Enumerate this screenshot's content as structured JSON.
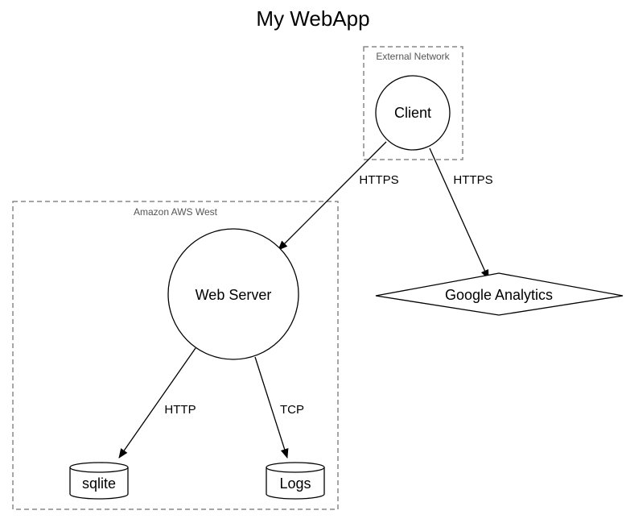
{
  "diagram": {
    "title": "My WebApp",
    "groups": {
      "external": {
        "label": "External Network"
      },
      "aws": {
        "label": "Amazon AWS West"
      }
    },
    "nodes": {
      "client": {
        "label": "Client",
        "shape": "circle"
      },
      "web_server": {
        "label": "Web Server",
        "shape": "circle"
      },
      "google_analytics": {
        "label": "Google Analytics",
        "shape": "diamond"
      },
      "sqlite": {
        "label": "sqlite",
        "shape": "cylinder"
      },
      "logs": {
        "label": "Logs",
        "shape": "cylinder"
      }
    },
    "edges": [
      {
        "from": "Client",
        "to": "Web Server",
        "label": "HTTPS"
      },
      {
        "from": "Client",
        "to": "Google Analytics",
        "label": "HTTPS"
      },
      {
        "from": "Web Server",
        "to": "sqlite",
        "label": "HTTP"
      },
      {
        "from": "Web Server",
        "to": "Logs",
        "label": "TCP"
      }
    ]
  }
}
